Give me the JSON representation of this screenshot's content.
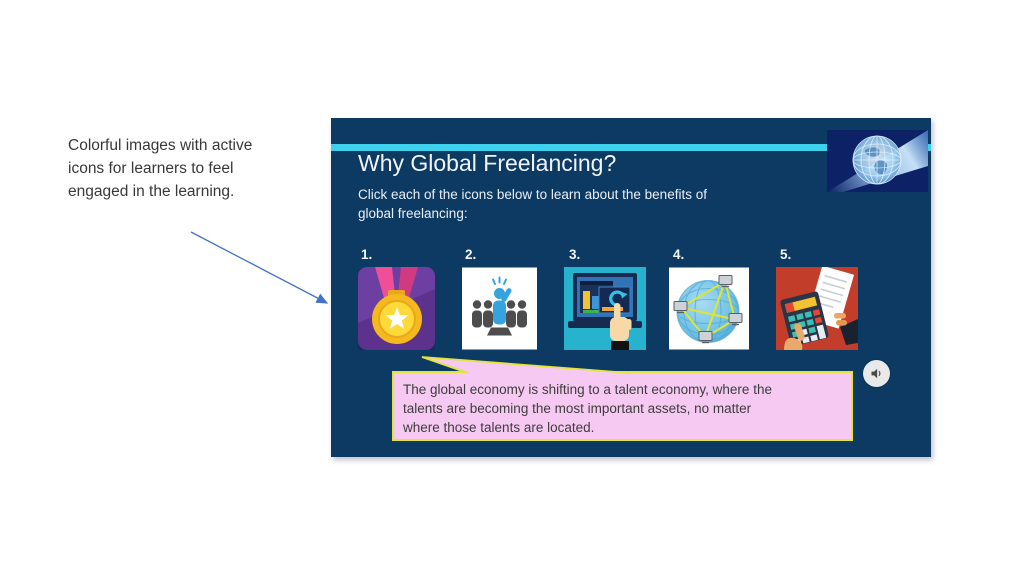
{
  "annotation": {
    "lines": [
      "Colorful images with active",
      "icons for learners to feel",
      "engaged in the learning."
    ],
    "arrow_color": "#4472c4"
  },
  "slide": {
    "title": "Why Global Freelancing?",
    "subtitle_lines": [
      "Click each of the icons below to learn about the benefits of",
      "global freelancing:"
    ],
    "icons": [
      {
        "number": "1.",
        "name": "medal-award-icon"
      },
      {
        "number": "2.",
        "name": "team-leader-icon"
      },
      {
        "number": "3.",
        "name": "laptop-sync-icon"
      },
      {
        "number": "4.",
        "name": "global-network-icon"
      },
      {
        "number": "5.",
        "name": "calculator-invoice-icon"
      }
    ],
    "popup": {
      "lines": [
        "The global economy is shifting to a talent economy, where the",
        "talents are becoming the most important assets, no matter",
        "where those talents are located."
      ],
      "background": "#f6c9f2",
      "border": "#e3e43a"
    },
    "colors": {
      "background": "#0d3a63",
      "accent_stripe": "#3fd0ee",
      "title_text": "#f0f5fa"
    },
    "audio_button": {
      "icon": "speaker-icon"
    }
  }
}
